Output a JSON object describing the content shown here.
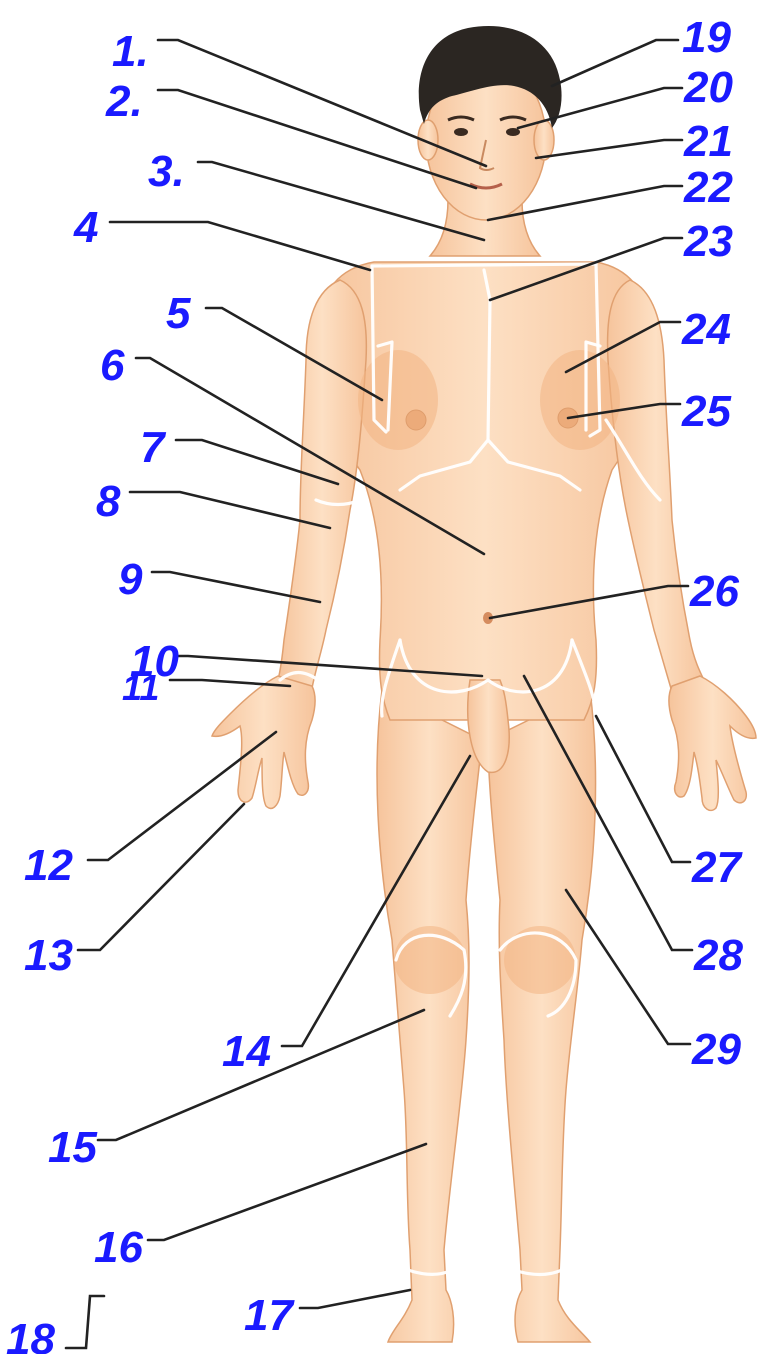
{
  "labels": {
    "l1": "1.",
    "l2": "2.",
    "l3": "3.",
    "l4": "4",
    "l5": "5",
    "l6": "6",
    "l7": "7",
    "l8": "8",
    "l9": "9",
    "l10": "10",
    "l11": "11",
    "l12": "12",
    "l13": "13",
    "l14": "14",
    "l15": "15",
    "l16": "16",
    "l17": "17",
    "l18": "18",
    "l19": "19",
    "l20": "20",
    "l21": "21",
    "l22": "22",
    "l23": "23",
    "l24": "24",
    "l25": "25",
    "l26": "26",
    "l27": "27",
    "l28": "28",
    "l29": "29"
  },
  "colors": {
    "label": "#1a1aff",
    "skin": "#fcd7b6",
    "skin_shadow": "#f2b584",
    "hair": "#2b2622"
  }
}
